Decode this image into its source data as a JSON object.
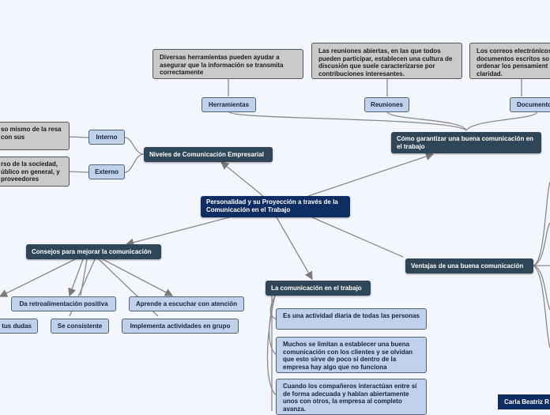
{
  "central": "Personalidad y su Proyección a través de la Comunicación en el Trabajo",
  "niveles": {
    "title": "Niveles de Comunicación Empresarial",
    "interno": "Interno",
    "externo": "Externo",
    "interno_note": "so mismo de la resa con sus",
    "externo_note": "rso de la sociedad, úblico en general, y proveedores"
  },
  "garantizar": {
    "title": "Cómo garantizar una buena comunicación en el trabajo",
    "herramientas": "Herramientas",
    "herramientas_note": "Diversas herramientas pueden ayudar a asegurar que la información se transmita correctamente",
    "reuniones": "Reuniones",
    "reuniones_note": "Las reuniones abiertas, en las que todos pueden participar, establecen una cultura de discusión que suele caracterizarse por contribuciones interesantes.",
    "documentos": "Documento",
    "documentos_note": "Los correos electrónicos documentos escritos so ordenar los pensamient claridad."
  },
  "consejos": {
    "title": "Consejos para mejorar la comunicación",
    "items": [
      "Da retroalimentación positiva",
      "Aprende a escuchar con atención",
      "tus dudas",
      "Se consistente",
      "Implementa actividades en grupo"
    ]
  },
  "comunicacion": {
    "title": "La comunicación en el trabajo",
    "items": [
      "Es una actividad diaria de todas las personas",
      "Muchos se limitan a establecer una buena comunicación con los clientes y se olvidan que esto sirve de poco si dentro de la empresa hay algo que no funciona",
      "Cuando los compañeros interactúan entre sí de forma adecuada y hablan abiertamente unos con otros, la empresa al completo avanza."
    ]
  },
  "ventajas": {
    "title": "Ventajas de una buena comunicación"
  },
  "author": "Carla Beatriz R"
}
